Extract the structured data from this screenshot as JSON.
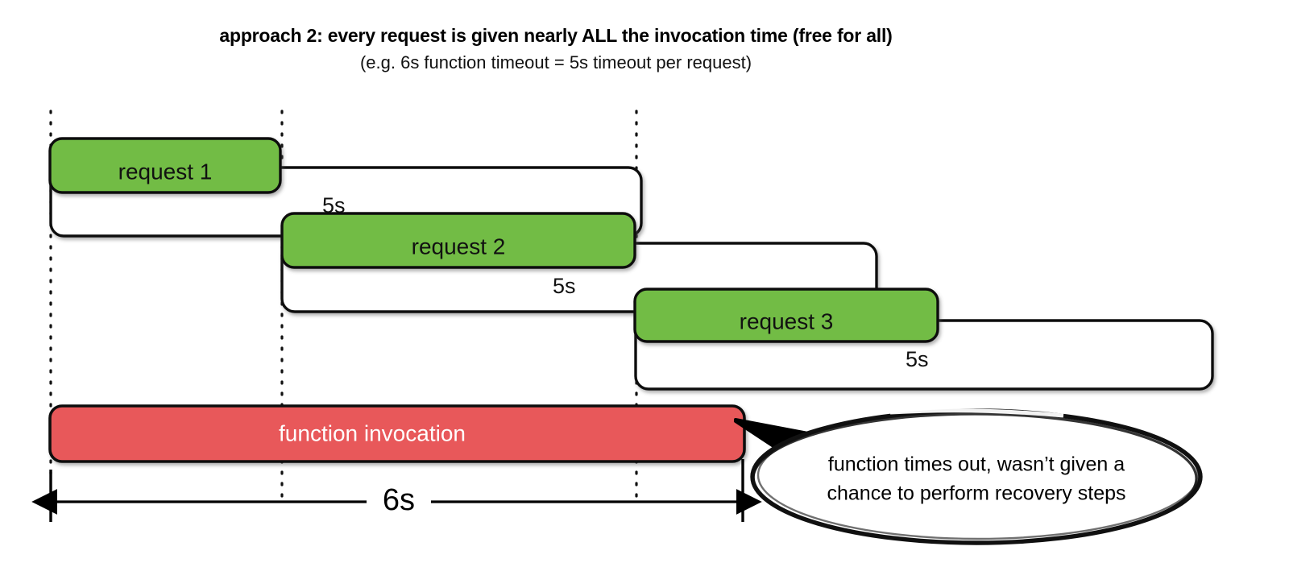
{
  "title": {
    "main": "approach 2: every request is given nearly ALL the invocation time (free for all)",
    "subtitle": "(e.g. 6s function timeout = 5s timeout per request)"
  },
  "colors": {
    "request_fill": "#72BC44",
    "invocation_fill": "#E8595A",
    "stroke": "#111111",
    "timeout_fill": "#FFFFFF",
    "background": "#FFFFFF"
  },
  "timeline": {
    "total_label": "6s",
    "per_request_timeout_label": "5s",
    "gridline_count": 3
  },
  "requests": [
    {
      "label": "request 1",
      "timeout_label": "5s"
    },
    {
      "label": "request 2",
      "timeout_label": "5s"
    },
    {
      "label": "request 3",
      "timeout_label": "5s"
    }
  ],
  "invocation": {
    "label": "function invocation"
  },
  "callout": {
    "line1": "function times out, wasn’t given a",
    "line2": "chance to perform recovery steps"
  }
}
